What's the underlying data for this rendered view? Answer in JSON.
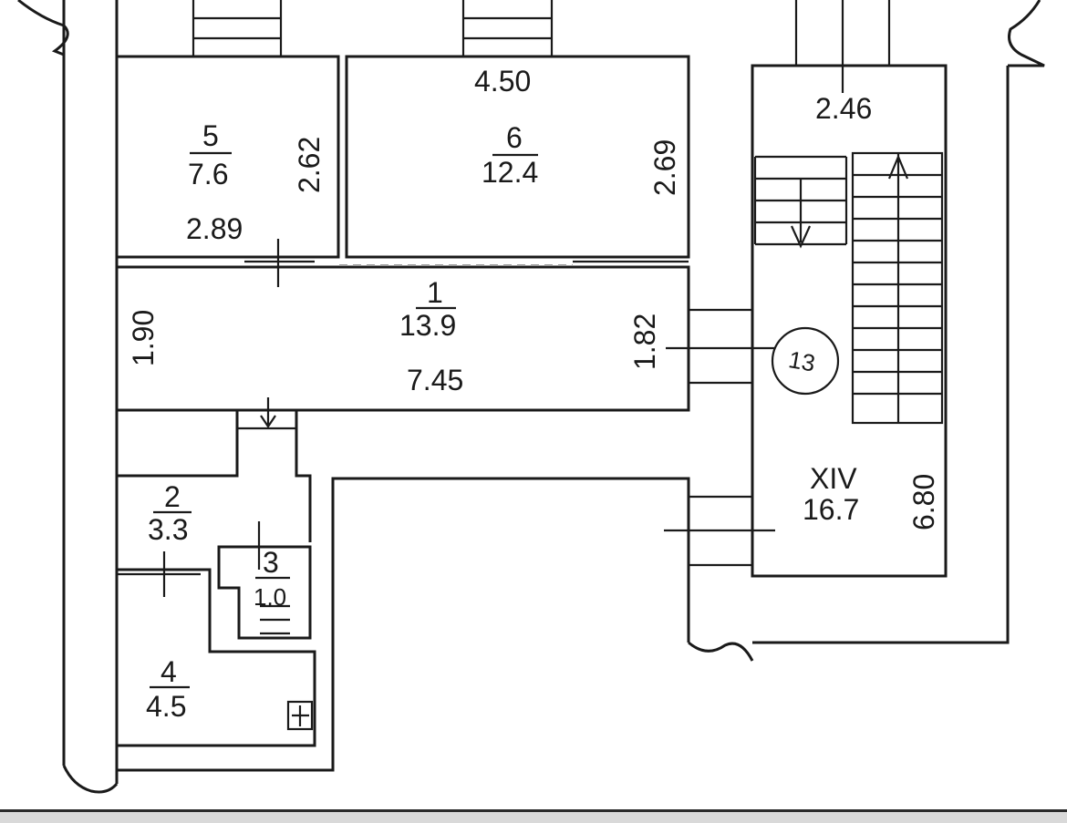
{
  "rooms": {
    "r5": {
      "number": "5",
      "area": "7.6",
      "width": "2.89",
      "height": "2.62"
    },
    "r6": {
      "number": "6",
      "area": "12.4",
      "width": "4.50",
      "height": "2.69"
    },
    "r1": {
      "number": "1",
      "area": "13.9",
      "width": "7.45",
      "height_left": "1.90",
      "height_right": "1.82"
    },
    "r2": {
      "number": "2",
      "area": "3.3"
    },
    "r3": {
      "number": "3",
      "area": "1.0"
    },
    "r4": {
      "number": "4",
      "area": "4.5"
    },
    "xiv": {
      "number": "XIV",
      "area": "16.7",
      "width": "2.46",
      "height": "6.80"
    }
  },
  "stamp": "13"
}
